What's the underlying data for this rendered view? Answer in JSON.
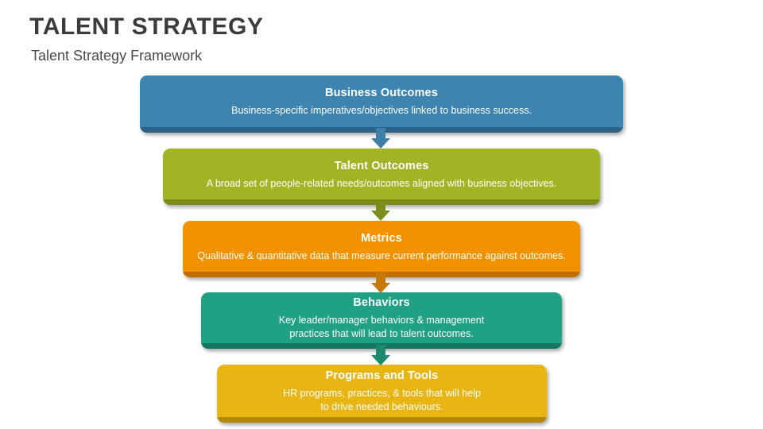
{
  "header": {
    "title": "TALENT STRATEGY",
    "subtitle": "Talent Strategy Framework",
    "title_color": "#3b3b3b",
    "subtitle_color": "#4a4a4a"
  },
  "diagram": {
    "type": "funnel-flow",
    "orientation": "top-to-bottom",
    "stage_count": 5,
    "stages": [
      {
        "title": "Business Outcomes",
        "desc_line1": "Business-specific imperatives/objectives linked to business success.",
        "desc_line2": "",
        "color": "#3d84b0",
        "foot_color": "#2b6287",
        "arrow_color": "#3d7fa8"
      },
      {
        "title": "Talent Outcomes",
        "desc_line1": "A broad set of people-related needs/outcomes aligned with business objectives.",
        "desc_line2": "",
        "color": "#a2b324",
        "foot_color": "#7d8c16",
        "arrow_color": "#7e8d1a"
      },
      {
        "title": "Metrics",
        "desc_line1": "Qualitative & quantitative data that measure current performance against outcomes.",
        "desc_line2": "",
        "color": "#f39200",
        "foot_color": "#c06c00",
        "arrow_color": "#c9780a"
      },
      {
        "title": "Behaviors",
        "desc_line1": "Key leader/manager behaviors & management",
        "desc_line2": "practices that will lead to talent outcomes.",
        "color": "#20a183",
        "foot_color": "#14775f",
        "arrow_color": "#1b8a70"
      },
      {
        "title": "Programs and Tools",
        "desc_line1": "HR programs, practices, & tools that will help",
        "desc_line2": "to drive needed behaviours.",
        "color": "#e8b512",
        "foot_color": "#b08a08",
        "arrow_color": ""
      }
    ],
    "arrow_icons": [
      "down-arrow-icon",
      "down-arrow-icon",
      "down-arrow-icon",
      "down-arrow-icon"
    ]
  }
}
